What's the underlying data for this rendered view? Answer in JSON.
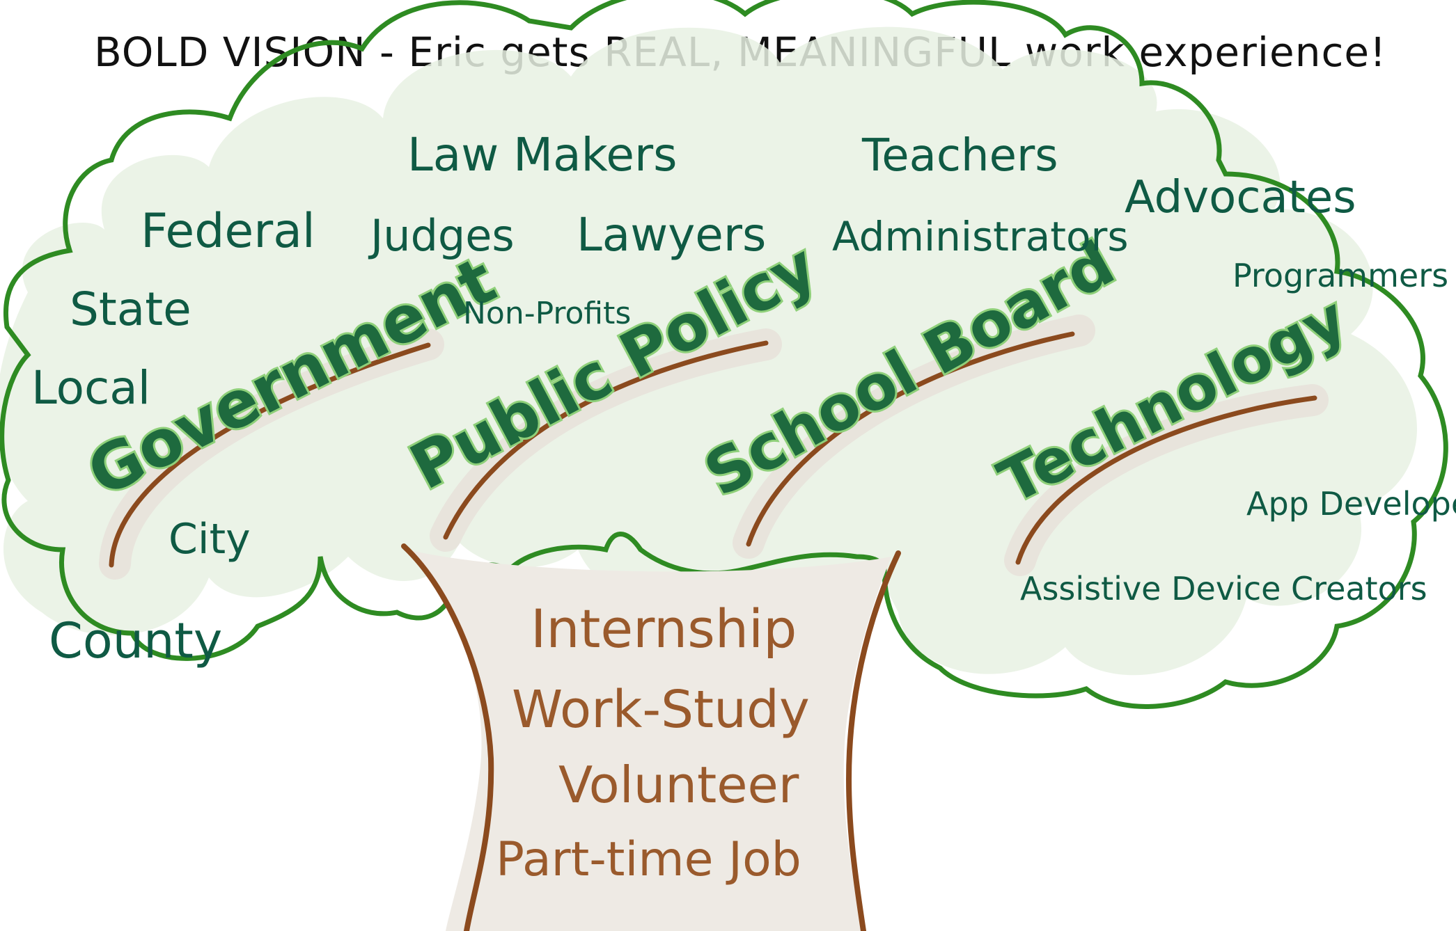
{
  "title": "BOLD VISION - Eric gets REAL, MEANINGFUL work experience!",
  "colors": {
    "cloud_outline": "#2e8b22",
    "cloud_fill": "#e7f1e3",
    "leaf_text": "#0f5a44",
    "branch_text": "#1e6a3e",
    "branch_glow": "#8fd07a",
    "branch_line": "#8b4a1e",
    "trunk_outline": "#8b4a1e",
    "trunk_fill": "#eeeae4",
    "trunk_text": "#9a5a2c"
  },
  "branches": [
    {
      "label": "Government",
      "leaves": [
        "Federal",
        "State",
        "Local",
        "City",
        "County"
      ]
    },
    {
      "label": "Public Policy",
      "leaves": [
        "Law Makers",
        "Judges",
        "Lawyers",
        "Non-Profits"
      ]
    },
    {
      "label": "School Board",
      "leaves": [
        "Teachers",
        "Administrators"
      ]
    },
    {
      "label": "Technology",
      "leaves": [
        "Advocates",
        "Programmers",
        "App Developers",
        "Assistive Device Creators"
      ]
    }
  ],
  "trunk": {
    "items": [
      "Internship",
      "Work-Study",
      "Volunteer",
      "Part-time Job"
    ]
  }
}
